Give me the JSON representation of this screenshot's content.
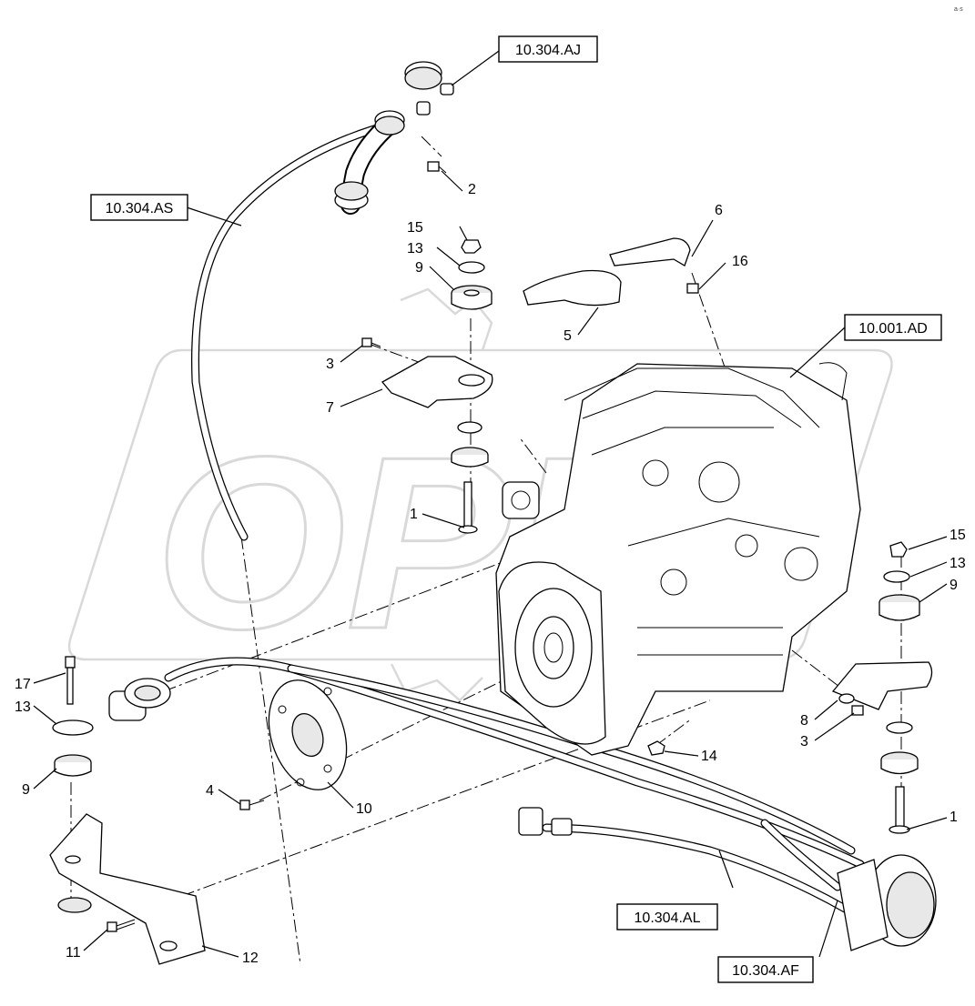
{
  "corner_mark": "a·s",
  "watermark_text": "OPH",
  "reference_labels": {
    "aj": "10.304.AJ",
    "as": "10.304.AS",
    "ad": "10.001.AD",
    "al": "10.304.AL",
    "af": "10.304.AF"
  },
  "callouts": {
    "c1_left": "1",
    "c1_right": "1",
    "c2": "2",
    "c3_left": "3",
    "c3_right": "3",
    "c4": "4",
    "c5": "5",
    "c6": "6",
    "c7": "7",
    "c8": "8",
    "c9_top": "9",
    "c9_right": "9",
    "c9_left": "9",
    "c10": "10",
    "c11": "11",
    "c12": "12",
    "c13_top": "13",
    "c13_right": "13",
    "c13_left": "13",
    "c14": "14",
    "c15_top": "15",
    "c15_right": "15",
    "c16": "16",
    "c17": "17"
  },
  "colors": {
    "line": "#000000",
    "watermark": "#d9d9d9",
    "background": "#ffffff"
  }
}
